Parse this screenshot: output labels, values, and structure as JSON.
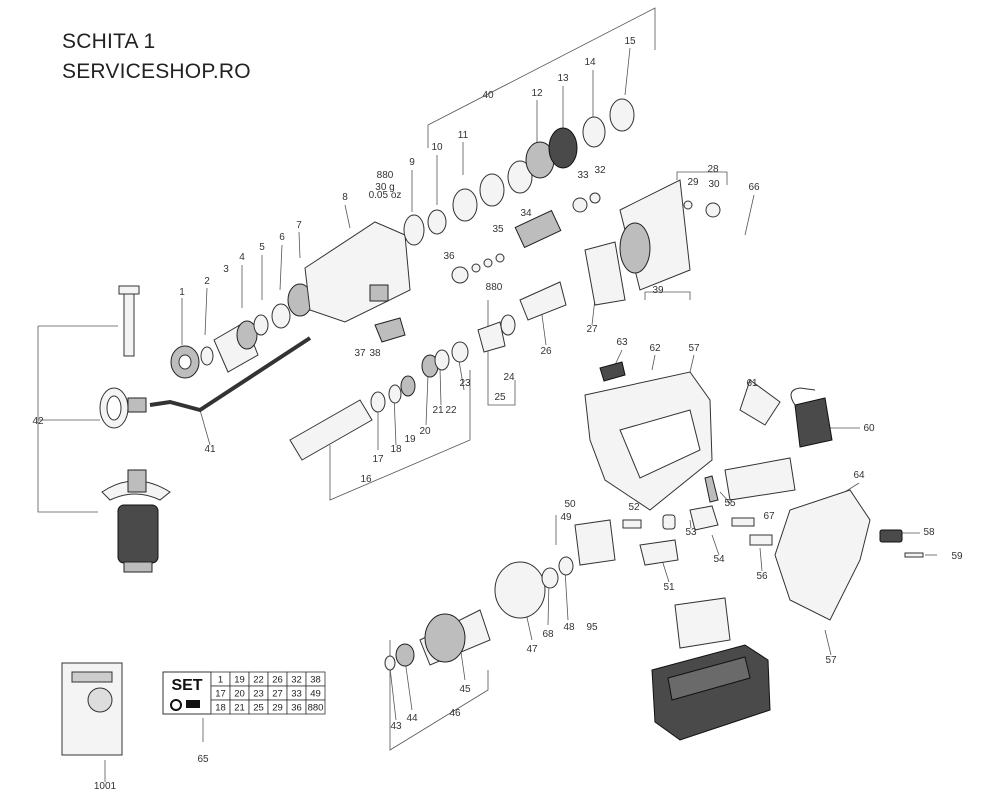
{
  "header": {
    "title": "SCHITA 1",
    "site": "SERVICESHOP.RO"
  },
  "set": {
    "title": "SET",
    "rows": [
      [
        "1",
        "19",
        "22",
        "26",
        "32",
        "38"
      ],
      [
        "17",
        "20",
        "23",
        "27",
        "33",
        "49"
      ],
      [
        "18",
        "21",
        "25",
        "29",
        "36",
        "880"
      ]
    ]
  },
  "callouts": [
    "15",
    "14",
    "13",
    "12",
    "11",
    "10",
    "9",
    "8",
    "7",
    "6",
    "5",
    "4",
    "3",
    "2",
    "1",
    "40",
    "880",
    "30 g",
    "0.05 oz",
    "28",
    "29",
    "30",
    "66",
    "33",
    "32",
    "34",
    "35",
    "36",
    "880",
    "27",
    "39",
    "26",
    "37",
    "38",
    "24",
    "25",
    "23",
    "22",
    "21",
    "20",
    "19",
    "18",
    "17",
    "16",
    "41",
    "42",
    "63",
    "62",
    "57",
    "61",
    "60",
    "64",
    "65",
    "1001",
    "43",
    "44",
    "45",
    "46",
    "47",
    "48",
    "68",
    "95",
    "50",
    "49",
    "52",
    "53",
    "55",
    "54",
    "51",
    "67",
    "56",
    "57",
    "58",
    "59"
  ],
  "annotations": {
    "mass": "30 g",
    "mass_oz": "0.05 oz"
  }
}
